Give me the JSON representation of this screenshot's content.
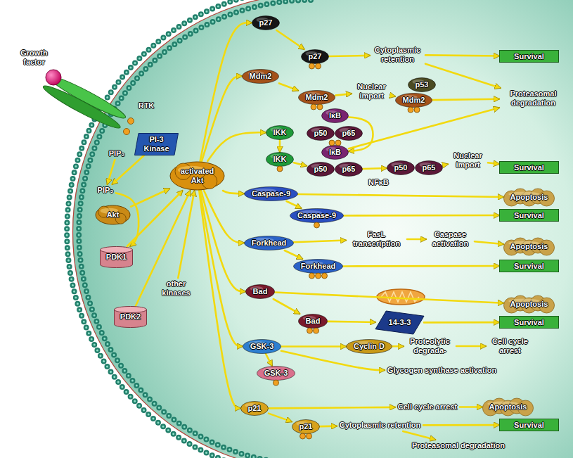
{
  "diagram": {
    "nodes": [
      {
        "text": [
          "Growth factor"
        ]
      },
      {
        "text": [
          "RTK"
        ]
      },
      {
        "text": [
          "PIP₂"
        ]
      },
      {
        "text": [
          "PI-3 Kinase"
        ]
      },
      {
        "text": [
          "PIP₃"
        ]
      },
      {
        "text": [
          "Akt"
        ]
      },
      {
        "text": [
          "PDK1"
        ]
      },
      {
        "text": [
          "PDK2"
        ]
      },
      {
        "text": [
          "other kinases"
        ]
      },
      {
        "text": [
          "activated Akt"
        ]
      },
      {
        "text": [
          "p27"
        ]
      },
      {
        "text": [
          "p27"
        ]
      },
      {
        "text": [
          "Cytoplasmic retention"
        ]
      },
      {
        "text": [
          "Survival"
        ]
      },
      {
        "text": [
          "Proteasomal degradation"
        ]
      },
      {
        "text": [
          "Mdm2"
        ]
      },
      {
        "text": [
          "Mdm2"
        ]
      },
      {
        "text": [
          "Nuclear import"
        ]
      },
      {
        "text": [
          "p53"
        ]
      },
      {
        "text": [
          "Mdm2"
        ]
      },
      {
        "text": [
          "IKK"
        ]
      },
      {
        "text": [
          "IκB"
        ]
      },
      {
        "text": [
          "p50"
        ]
      },
      {
        "text": [
          "p65"
        ]
      },
      {
        "text": [
          "IKK"
        ]
      },
      {
        "text": [
          "IκB"
        ]
      },
      {
        "text": [
          "p50"
        ]
      },
      {
        "text": [
          "p65"
        ]
      },
      {
        "text": [
          "p50"
        ]
      },
      {
        "text": [
          "p65"
        ]
      },
      {
        "text": [
          "Nuclear import"
        ]
      },
      {
        "text": [
          "Survival"
        ]
      },
      {
        "text": [
          "Caspase-9"
        ]
      },
      {
        "text": [
          "Apoptosis"
        ]
      },
      {
        "text": [
          "Caspase-9"
        ]
      },
      {
        "text": [
          "Survival"
        ]
      },
      {
        "text": [
          "Forkhead"
        ]
      },
      {
        "text": [
          "FasL transcription"
        ]
      },
      {
        "text": [
          "Caspase activation"
        ]
      },
      {
        "text": [
          "Apoptosis"
        ]
      },
      {
        "text": [
          "Forkhead"
        ]
      },
      {
        "text": [
          "Survival"
        ]
      },
      {
        "text": [
          "Bad"
        ]
      },
      {
        "text": [
          "Apoptosis"
        ]
      },
      {
        "text": [
          "Bad"
        ]
      },
      {
        "text": [
          "14-3-3"
        ]
      },
      {
        "text": [
          "Survival"
        ]
      },
      {
        "text": [
          "GSK-3"
        ]
      },
      {
        "text": [
          "Cyclin D"
        ]
      },
      {
        "text": [
          "Proteolytic degrada-"
        ]
      },
      {
        "text": [
          "Cell cycle arrest"
        ]
      },
      {
        "text": [
          "GSK-3"
        ]
      },
      {
        "text": [
          "Glycogen synthase activation"
        ]
      },
      {
        "text": [
          "p21"
        ]
      },
      {
        "text": [
          "Cell cycle arrest"
        ]
      },
      {
        "text": [
          "Apoptosis"
        ]
      },
      {
        "text": [
          "p21"
        ]
      },
      {
        "text": [
          "Cytoplasmic retention"
        ]
      },
      {
        "text": [
          "Survival"
        ]
      },
      {
        "text": [
          "Proteasomal degradation"
        ]
      }
    ],
    "edges": [
      {
        "from": 2,
        "to": 4,
        "arrow": "to"
      },
      {
        "from": 3,
        "to": 4,
        "arrow": "to"
      },
      {
        "from": 4,
        "to": 6,
        "arrow": "to"
      },
      {
        "from": 5,
        "to": 9,
        "arrow": "to"
      },
      {
        "from": 6,
        "to": 9,
        "arrow": "to"
      },
      {
        "from": 7,
        "to": 9,
        "arrow": "to"
      },
      {
        "from": 8,
        "to": 9,
        "arrow": "to"
      },
      {
        "from": 9,
        "to": 10,
        "arrow": "to"
      },
      {
        "from": 9,
        "to": 15,
        "arrow": "to"
      },
      {
        "from": 9,
        "to": 20,
        "arrow": "to"
      },
      {
        "from": 9,
        "to": 32,
        "arrow": "to"
      },
      {
        "from": 9,
        "to": 36,
        "arrow": "to"
      },
      {
        "from": 9,
        "to": 42,
        "arrow": "to"
      },
      {
        "from": 9,
        "to": 47,
        "arrow": "to"
      },
      {
        "from": 9,
        "to": 53,
        "arrow": "to"
      },
      {
        "from": 10,
        "to": 11,
        "arrow": "to"
      },
      {
        "from": 11,
        "to": 12,
        "arrow": "to"
      },
      {
        "from": 12,
        "to": 13,
        "arrow": "to"
      },
      {
        "from": 12,
        "to": 14,
        "arrow": "to"
      },
      {
        "from": 15,
        "to": 16,
        "arrow": "to"
      },
      {
        "from": 16,
        "to": 17,
        "arrow": "to"
      },
      {
        "from": 17,
        "to": 19,
        "arrow": "to"
      },
      {
        "from": 19,
        "to": 14,
        "arrow": "to"
      },
      {
        "from": 20,
        "to": 24,
        "arrow": "to"
      },
      {
        "from": 24,
        "to": 26,
        "arrow": "to"
      },
      {
        "from": 21,
        "to": 25,
        "arrow": "to"
      },
      {
        "from": 25,
        "to": 14,
        "arrow": "to"
      },
      {
        "from": 27,
        "to": 28,
        "arrow": "to"
      },
      {
        "from": 29,
        "to": 30,
        "arrow": "to"
      },
      {
        "from": 30,
        "to": 31,
        "arrow": "to"
      },
      {
        "from": 32,
        "to": 33,
        "arrow": "to"
      },
      {
        "from": 32,
        "to": 34,
        "arrow": "to"
      },
      {
        "from": 34,
        "to": 35,
        "arrow": "to"
      },
      {
        "from": 36,
        "to": 37,
        "arrow": "to"
      },
      {
        "from": 37,
        "to": 38,
        "arrow": "to"
      },
      {
        "from": 38,
        "to": 39,
        "arrow": "to"
      },
      {
        "from": 36,
        "to": 40,
        "arrow": "to"
      },
      {
        "from": 40,
        "to": 41,
        "arrow": "to"
      },
      {
        "from": 42,
        "to": 43,
        "arrow": "to"
      },
      {
        "from": 42,
        "to": 44,
        "arrow": "to"
      },
      {
        "from": 44,
        "to": 45,
        "arrow": "to"
      },
      {
        "from": 45,
        "to": 46,
        "arrow": "to"
      },
      {
        "from": 47,
        "to": 48,
        "arrow": "to"
      },
      {
        "from": 48,
        "to": 49,
        "arrow": "to"
      },
      {
        "from": 49,
        "to": 50,
        "arrow": "to"
      },
      {
        "from": 47,
        "to": 51,
        "arrow": "to"
      },
      {
        "from": 47,
        "to": 52,
        "arrow": "to"
      },
      {
        "from": 53,
        "to": 54,
        "arrow": "to"
      },
      {
        "from": 54,
        "to": 55,
        "arrow": "to"
      },
      {
        "from": 53,
        "to": 56,
        "arrow": "to"
      },
      {
        "from": 56,
        "to": 57,
        "arrow": "to"
      },
      {
        "from": 57,
        "to": 58,
        "arrow": "to"
      },
      {
        "from": 57,
        "to": 59,
        "arrow": "to"
      }
    ],
    "labels": [
      "NFκB"
    ]
  }
}
